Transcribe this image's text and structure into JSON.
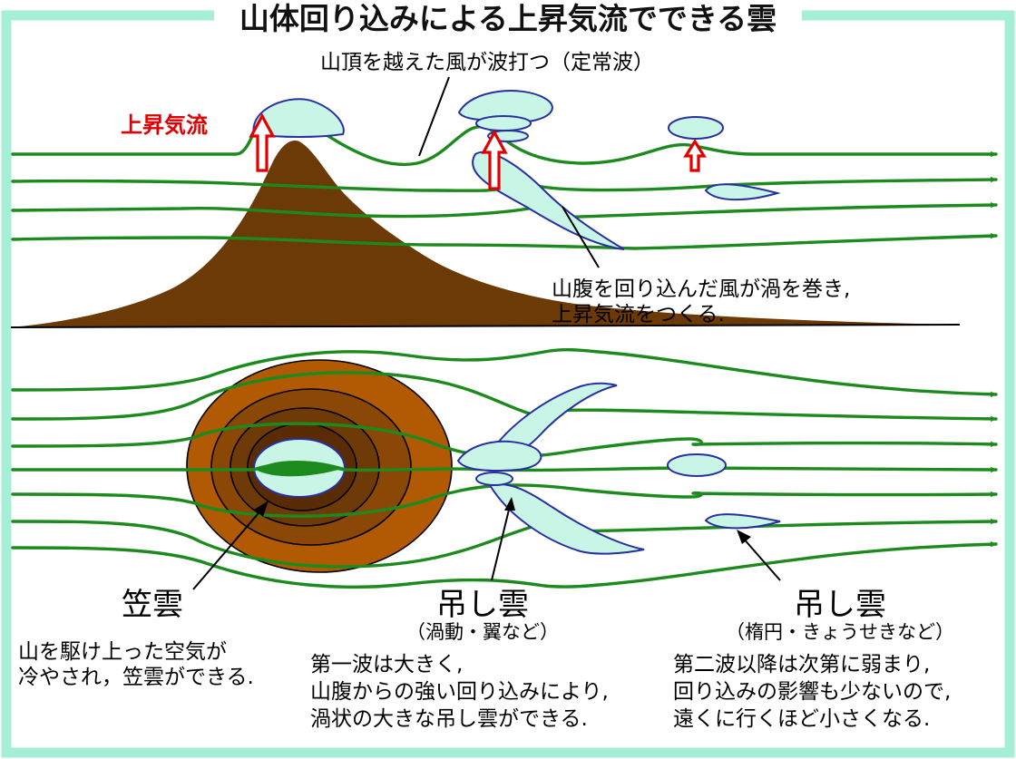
{
  "colors": {
    "frame": "#a4efd6",
    "flow": "#1d8a1d",
    "mountain": "#6b3a06",
    "mountain_outer": "#b15a03",
    "mountain_ring2": "#8a4706",
    "mountain_ring3": "#6e3a08",
    "mountain_ring4": "#5a2c05",
    "cloud_fill": "#c8f5e6",
    "cloud_stroke": "#2830a0",
    "updraft": "#e00000"
  },
  "title": "山体回り込みによる上昇気流でできる雲",
  "top": {
    "wave_label": "山頂を越えた風が波打つ（定常波）",
    "updraft_label": "上昇気流",
    "vortex_label": [
      "山腹を回り込んだ風が渦を巻き,",
      "上昇気流をつくる."
    ]
  },
  "bottom": {
    "cap_cloud": {
      "name": "笠雲",
      "desc": [
        "山を駆け上った空気が",
        "冷やされ，笠雲ができる."
      ]
    },
    "lenticular_1": {
      "name": "吊し雲",
      "sub": "（渦動・翼など）",
      "desc": [
        "第一波は大きく,",
        "山腹からの強い回り込みにより,",
        "渦状の大きな吊し雲ができる."
      ]
    },
    "lenticular_2": {
      "name": "吊し雲",
      "sub": "（楕円・きょうせきなど）",
      "desc": [
        "第二波以降は次第に弱まり,",
        "回り込みの影響も少ないので,",
        "遠くに行くほど小さくなる."
      ]
    }
  }
}
